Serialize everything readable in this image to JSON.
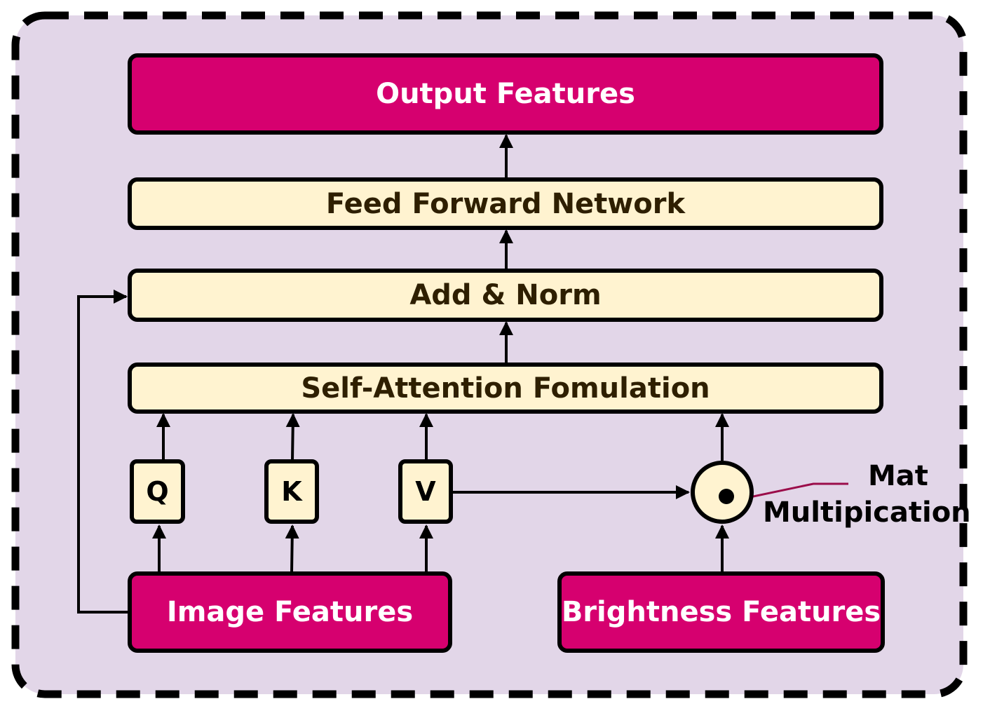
{
  "diagram": {
    "output_features": "Output Features",
    "feed_forward": "Feed Forward Network",
    "add_norm": "Add & Norm",
    "self_attention": "Self-Attention Fomulation",
    "q_label": "Q",
    "k_label": "K",
    "v_label": "V",
    "image_features": "Image Features",
    "brightness_features": "Brightness Features",
    "annotation_line1": "Mat",
    "annotation_line2": "Multipication"
  },
  "colors": {
    "frame_fill": "#e2d6e8",
    "magenta": "#d6006f",
    "cream": "#fff3d0",
    "annotation_line": "#9b0d4a"
  }
}
